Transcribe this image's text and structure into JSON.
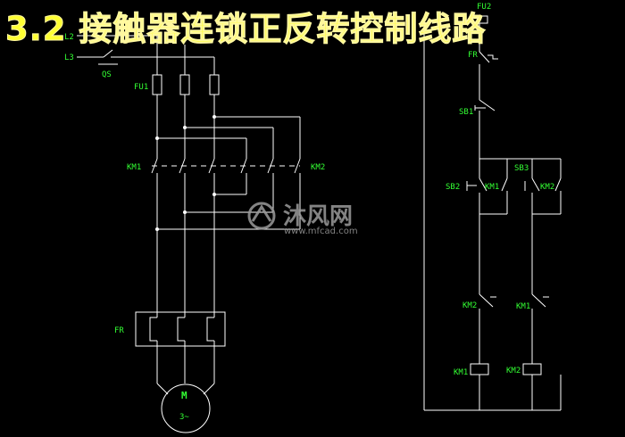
{
  "title": "3.2  接触器连锁正反转控制线路",
  "labels": {
    "l2": "L2",
    "l3": "L3",
    "qs": "QS",
    "fu1": "FU1",
    "km1_main": "KM1",
    "km2_main": "KM2",
    "fr_main": "FR",
    "motor_m": "M",
    "motor_3": "3~",
    "fu2": "FU2",
    "fr_ctrl": "FR",
    "sb1": "SB1",
    "sb2": "SB2",
    "sb3": "SB3",
    "km1_hold": "KM1",
    "km2_hold": "KM2",
    "km2_inter": "KM2",
    "km1_inter": "KM1",
    "km1_coil": "KM1",
    "km2_coil": "KM2"
  },
  "watermark": {
    "brand": "沐风网",
    "url": "www.mfcad.com"
  },
  "colors": {
    "background": "#000000",
    "title": "#ffff33",
    "wire": "#ffffff",
    "label": "#33ff33"
  }
}
